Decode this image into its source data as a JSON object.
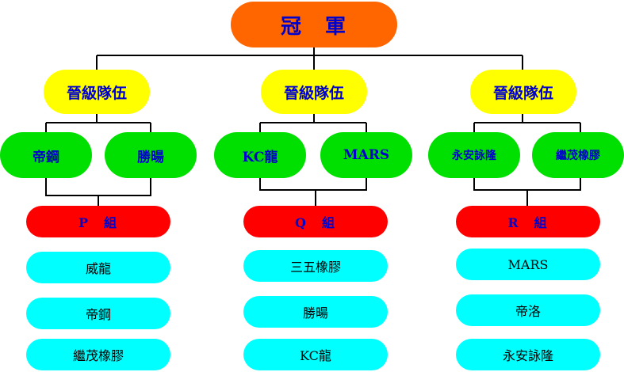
{
  "root": {
    "label": "冠　軍"
  },
  "columns": [
    {
      "promoted": "晉級隊伍",
      "teams": [
        "帝鋼",
        "勝暘"
      ],
      "group": "P　組",
      "members": [
        "威龍",
        "帝鋼",
        "繼茂橡膠"
      ]
    },
    {
      "promoted": "晉級隊伍",
      "teams": [
        "KC龍",
        "MARS"
      ],
      "group": "Q　組",
      "members": [
        "三五橡膠",
        "勝暘",
        "KC龍"
      ]
    },
    {
      "promoted": "晉級隊伍",
      "teams": [
        "永安詠隆",
        "繼茂橡膠"
      ],
      "group": "R　組",
      "members": [
        "MARS",
        "帝洛",
        "永安詠隆"
      ]
    }
  ],
  "colors": {
    "champion": "#ff6600",
    "promoted": "#ffff00",
    "team": "#00e000",
    "group": "#ff0000",
    "member": "#00ffff",
    "text_blue": "#0000cc"
  }
}
